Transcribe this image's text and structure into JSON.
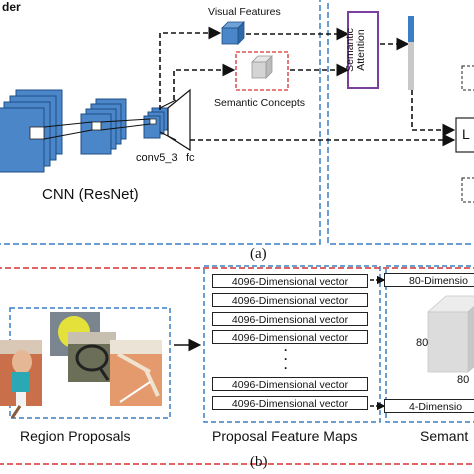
{
  "panel_a": {
    "header_fragment": "der",
    "visual_features": "Visual Features",
    "semantic_concepts": "Semantic Concepts",
    "semantic_attention_line1": "Semantic",
    "semantic_attention_line2": "Attention",
    "conv_label": "conv5_3",
    "fc_label": "fc",
    "cnn_label": "CNN (ResNet)",
    "lstm_fragment": "L",
    "caption": "(a)"
  },
  "panel_b": {
    "region_proposals": "Region Proposals",
    "proposal_feature_maps": "Proposal Feature Maps",
    "semantic_fragment": "Semant",
    "vectors": [
      "4096-Dimensional vector",
      "4096-Dimensional vector",
      "4096-Dimensional vector",
      "4096-Dimensional vector",
      "4096-Dimensional vector",
      "4096-Dimensional vector"
    ],
    "ellipsis": "·\n·\n·",
    "top_right_vector": "80-Dimensio",
    "bottom_right_vector": "4-Dimensio",
    "cube_label_left": "80",
    "cube_label_bottom": "80",
    "caption": "(b)"
  },
  "colors": {
    "cnn_blue": "#4a86c8",
    "dashed_blue": "#3a7fc4",
    "dashed_red": "#d93030",
    "attention_purple": "#7b3f9e"
  }
}
